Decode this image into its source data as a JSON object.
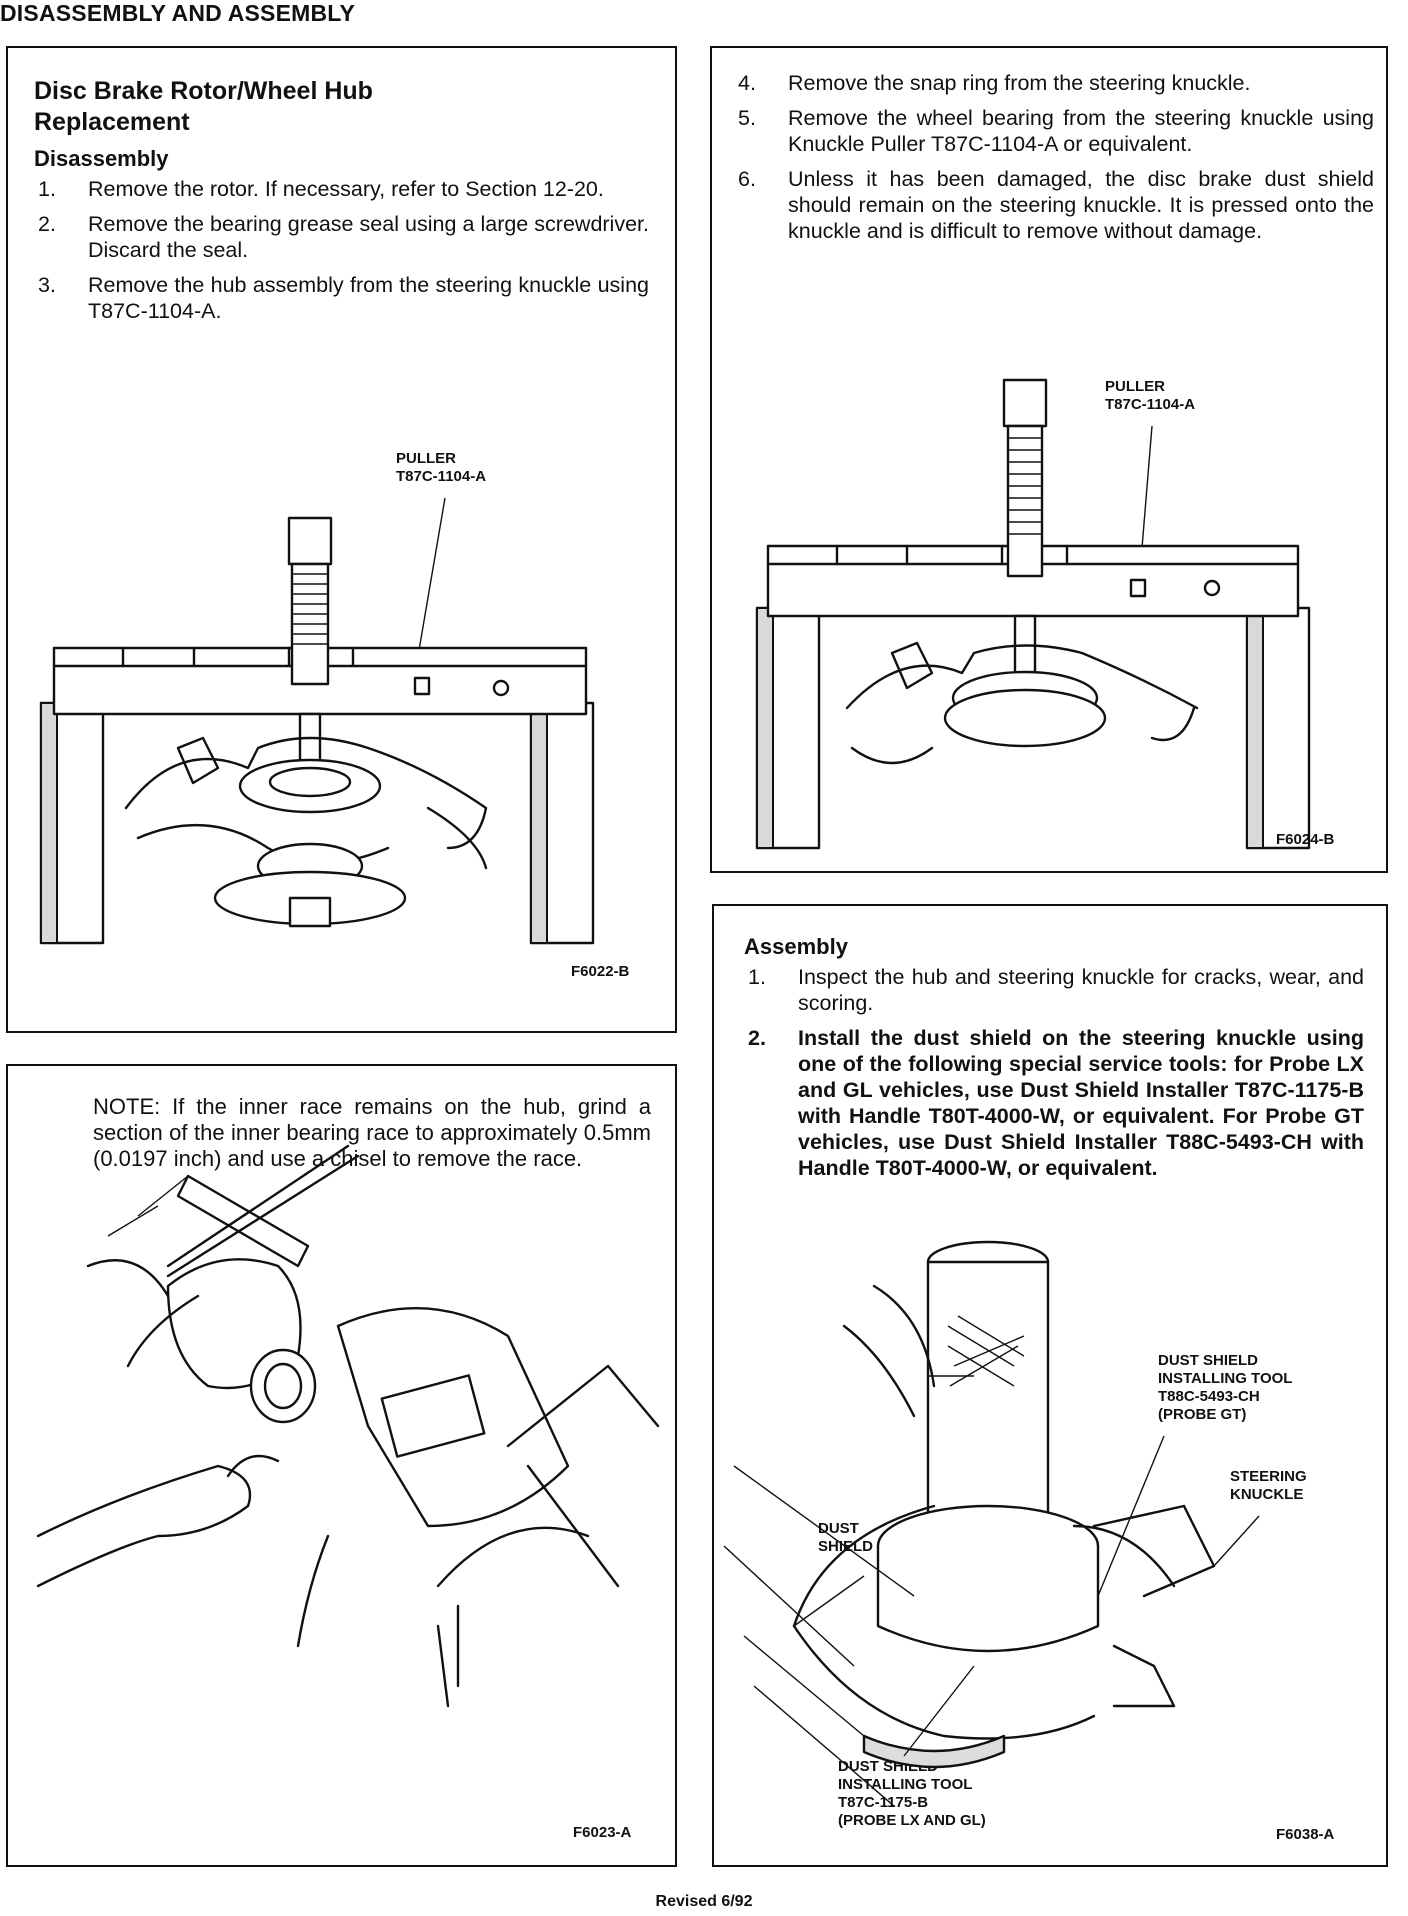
{
  "page_header": "DISASSEMBLY AND ASSEMBLY",
  "disassembly": {
    "title_line1": "Disc Brake Rotor/Wheel Hub",
    "title_line2": "Replacement",
    "subhead": "Disassembly",
    "steps": [
      {
        "num": "1.",
        "text": "Remove the rotor. If necessary, refer to Section 12-20."
      },
      {
        "num": "2.",
        "text": "Remove the bearing grease seal using a large screwdriver. Discard the seal."
      },
      {
        "num": "3.",
        "text": "Remove the hub assembly from the steering knuckle using T87C-1104-A."
      }
    ],
    "figure": {
      "label_line1": "PULLER",
      "label_line2": "T87C-1104-A",
      "id": "F6022-B"
    }
  },
  "continued_steps": [
    {
      "num": "4.",
      "text": "Remove the snap ring from the steering knuckle."
    },
    {
      "num": "5.",
      "text": "Remove the wheel bearing from the steering knuckle using Knuckle Puller T87C-1104-A or equivalent."
    },
    {
      "num": "6.",
      "text": "Unless it has been damaged, the disc brake dust shield should remain on the steering knuckle. It is pressed onto the knuckle and is difficult to remove without damage."
    }
  ],
  "figure2": {
    "label_line1": "PULLER",
    "label_line2": "T87C-1104-A",
    "id": "F6024-B"
  },
  "note": {
    "text": "NOTE: If the inner race remains on the hub, grind a section of the inner bearing race to approximately 0.5mm (0.0197 inch) and use a chisel to remove the race.",
    "figure_id": "F6023-A"
  },
  "assembly": {
    "subhead": "Assembly",
    "steps": [
      {
        "num": "1.",
        "text": "Inspect the hub and steering knuckle for cracks, wear, and scoring."
      },
      {
        "num": "2.",
        "text": "Install the dust shield on the steering knuckle using one of the following special service tools: for Probe LX and GL vehicles, use Dust Shield Installer T87C-1175-B with Handle T80T-4000-W, or equivalent. For Probe GT vehicles, use Dust Shield Installer T88C-5493-CH with Handle T80T-4000-W, or equivalent."
      }
    ],
    "figure": {
      "label_gt": [
        "DUST SHIELD",
        "INSTALLING TOOL",
        "T88C-5493-CH",
        "(PROBE GT)"
      ],
      "label_knuckle": [
        "STEERING",
        "KNUCKLE"
      ],
      "label_shield": [
        "DUST",
        "SHIELD"
      ],
      "label_lx": [
        "DUST SHIELD",
        "INSTALLING TOOL",
        "T87C-1175-B",
        "(PROBE LX AND GL)"
      ],
      "id": "F6038-A"
    }
  },
  "footer": "Revised 6/92"
}
